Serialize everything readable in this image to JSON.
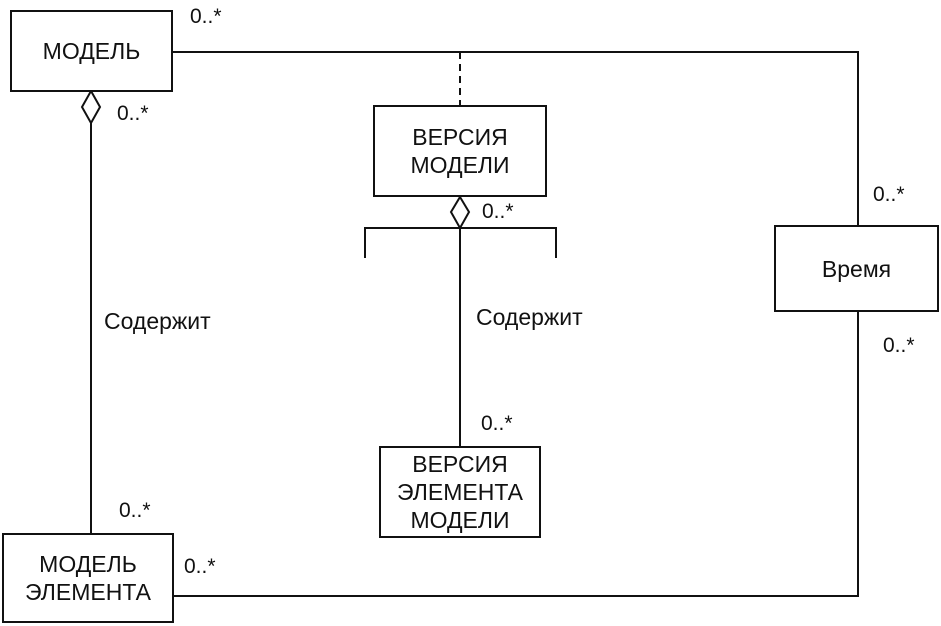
{
  "classes": {
    "model": "МОДЕЛЬ",
    "model_version": "ВЕРСИЯ\nМОДЕЛИ",
    "time": "Время",
    "element_version": "ВЕРСИЯ\nЭЛЕМЕНТА\nМОДЕЛИ",
    "element_model": "МОДЕЛЬ\nЭЛЕМЕНТА"
  },
  "multiplicities": {
    "model_top": "0..*",
    "model_bottom": "0..*",
    "version_bottom": "0..*",
    "time_top": "0..*",
    "time_bottom": "0..*",
    "element_version_top": "0..*",
    "element_model_top": "0..*",
    "element_model_right": "0..*"
  },
  "associations": {
    "left_contains": "Содержит",
    "center_contains": "Содержит"
  },
  "colors": {
    "line": "#111111",
    "background": "#ffffff"
  }
}
